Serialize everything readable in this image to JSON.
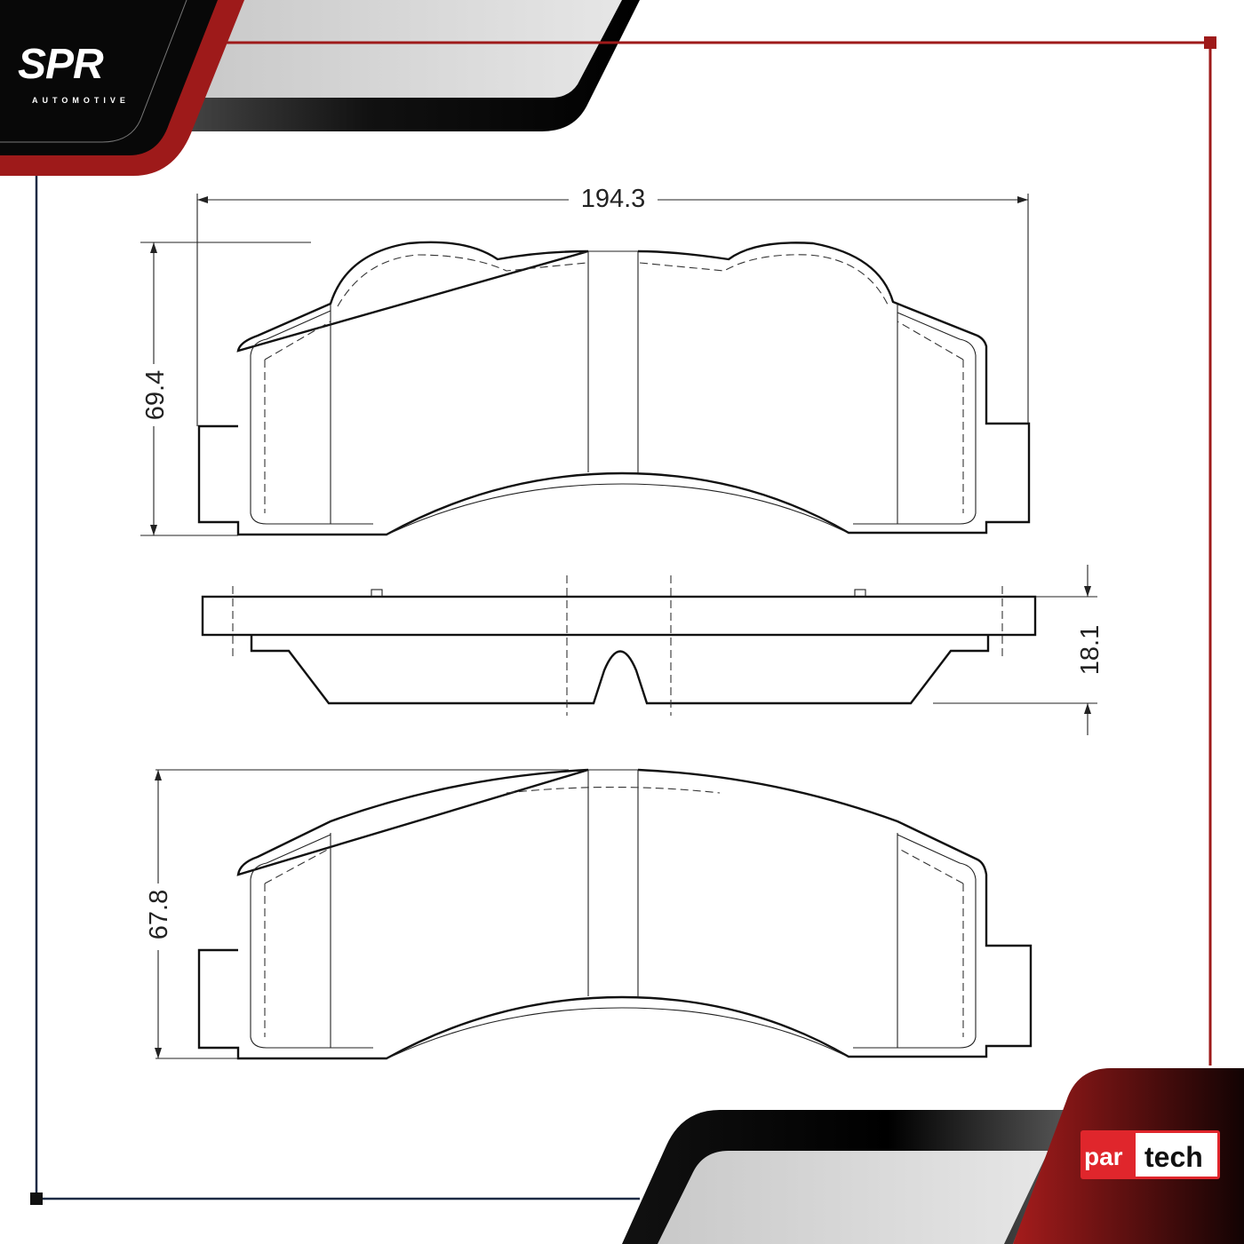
{
  "brand": {
    "logo_main": "SPR",
    "logo_sub": "AUTOMOTIVE",
    "partner_logo_left": "par",
    "partner_logo_right": "tech"
  },
  "colors": {
    "accent_red": "#9e1a1a",
    "frame_dark": "#0a0a0a",
    "band_grey": "#d4d4d4",
    "partner_red": "#e0262c",
    "border_blue": "#1c2a44"
  },
  "dimensions": {
    "width": "194.3",
    "height_top_pad": "69.4",
    "thickness": "18.1",
    "height_bottom_pad": "67.8"
  }
}
